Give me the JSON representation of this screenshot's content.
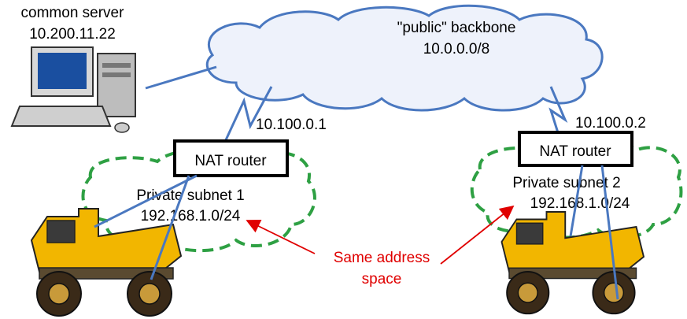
{
  "server": {
    "name": "common server",
    "ip": "10.200.11.22"
  },
  "backbone": {
    "name": "\"public\" backbone",
    "subnet": "10.0.0.0/8"
  },
  "left": {
    "router_ip": "10.100.0.1",
    "router_label": "NAT router",
    "subnet_name": "Private subnet 1",
    "subnet": "192.168.1.0/24"
  },
  "right": {
    "router_ip": "10.100.0.2",
    "router_label": "NAT router",
    "subnet_name": "Private subnet 2",
    "subnet": "192.168.1.0/24"
  },
  "annotation": {
    "line1": "Same address",
    "line2": "space"
  },
  "colors": {
    "cloud_fill": "#eef2fb",
    "cloud_stroke": "#4a78c0",
    "link": "#4a78c0",
    "private_cloud": "#2ea043",
    "annotation": "#e00000",
    "truck_body": "#f2b600"
  }
}
